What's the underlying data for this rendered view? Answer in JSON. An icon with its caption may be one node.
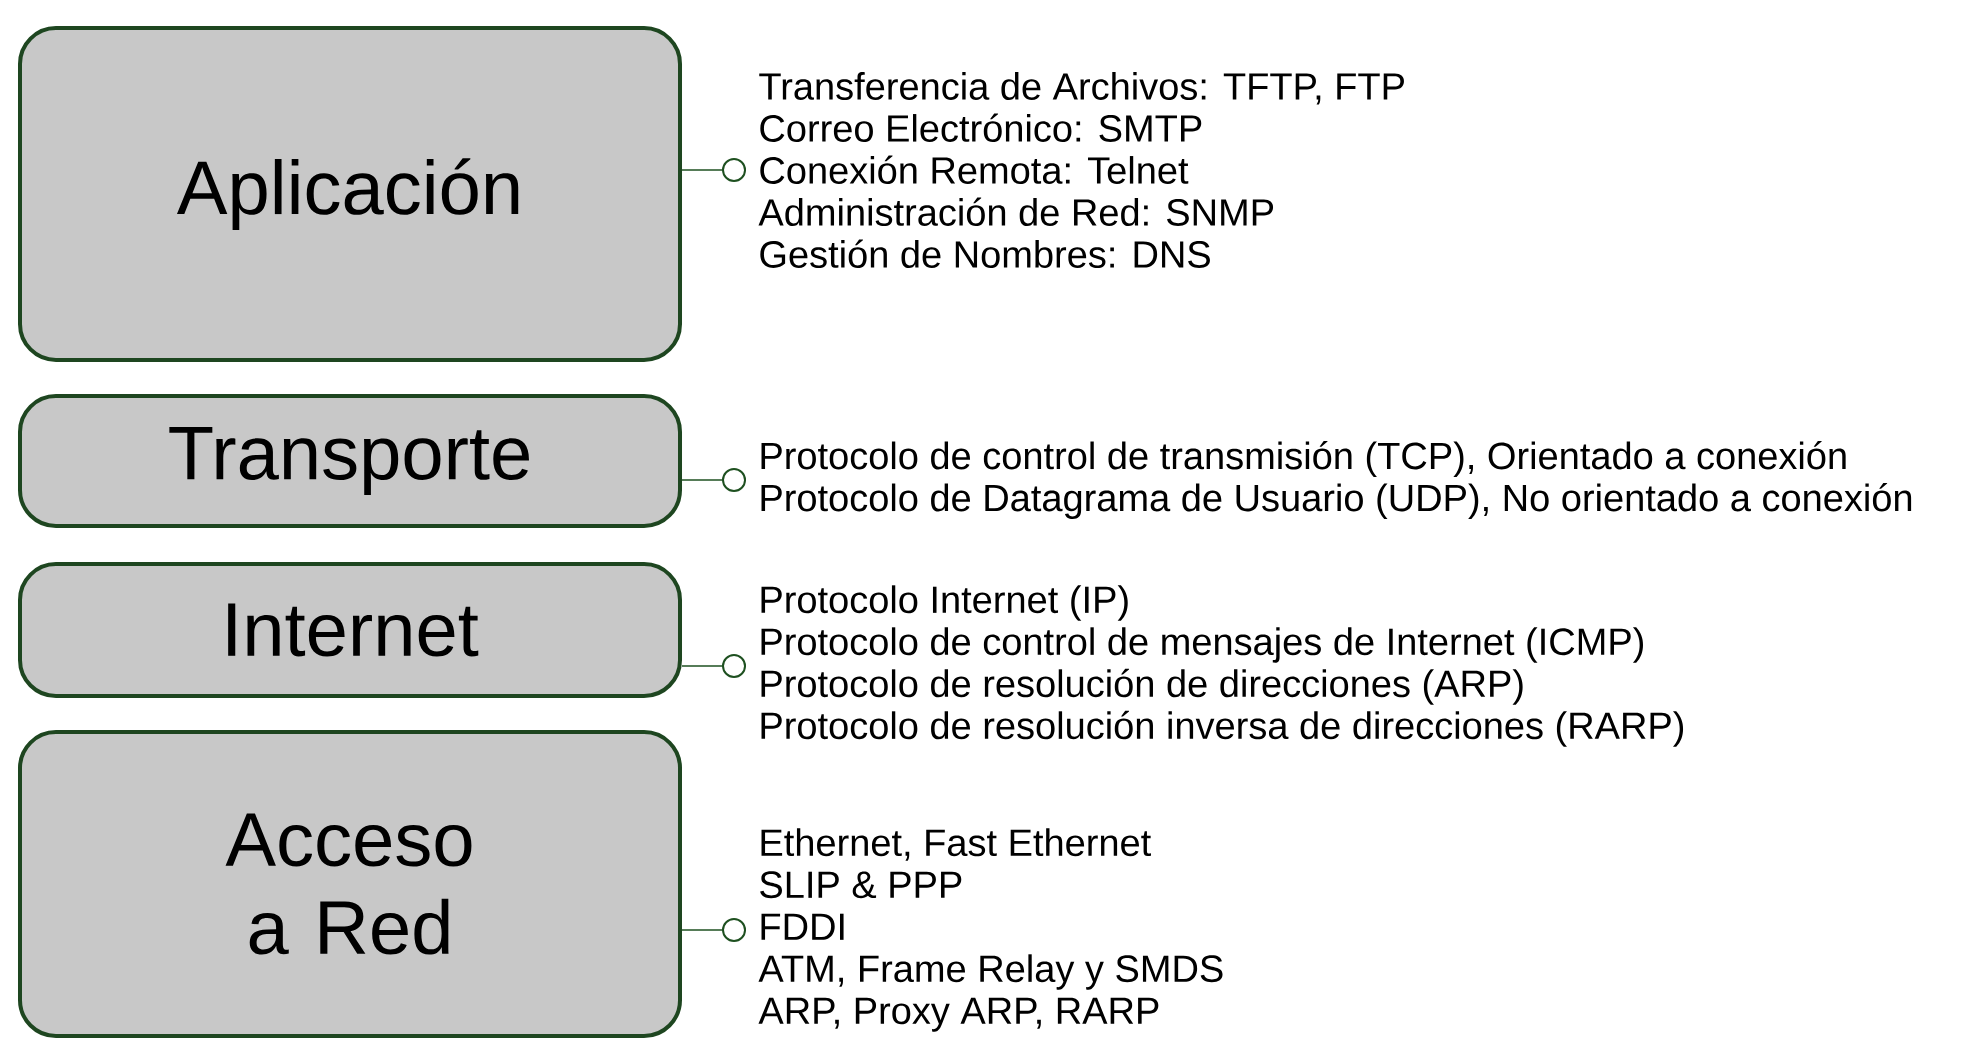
{
  "diagram": {
    "nodes": [
      {
        "text": [
          "Aplicación"
        ]
      },
      {
        "text": [
          "Transporte"
        ]
      },
      {
        "text": [
          "Internet"
        ]
      },
      {
        "text": [
          "Acceso a Red"
        ]
      },
      {
        "text": [
          "Transferencia de Archivos: TFTP, FTP",
          "Correo Electrónico: SMTP",
          "Conexión Remota: Telnet",
          "Administración de Red: SNMP",
          "Gestión de Nombres: DNS"
        ]
      },
      {
        "text": [
          "Protocolo de control de transmisión (TCP), Orientado a conexión",
          "Protocolo de Datagrama de Usuario (UDP), No orientado a conexión"
        ]
      },
      {
        "text": [
          "Protocolo Internet (IP)",
          "Protocolo de control de mensajes de Internet (ICMP)",
          "Protocolo de resolución de direcciones (ARP)",
          "Protocolo de resolución inversa de direcciones (RARP)"
        ]
      },
      {
        "text": [
          "Ethernet, Fast Ethernet",
          "SLIP & PPP",
          "FDDI",
          "ATM, Frame Relay y SMDS",
          "ARP, Proxy ARP, RARP"
        ]
      }
    ],
    "edges": [
      {
        "from": 0,
        "to": 4,
        "arrow": "other"
      },
      {
        "from": 1,
        "to": 5,
        "arrow": "other"
      },
      {
        "from": 2,
        "to": 6,
        "arrow": "other"
      },
      {
        "from": 3,
        "to": 7,
        "arrow": "other"
      }
    ]
  }
}
